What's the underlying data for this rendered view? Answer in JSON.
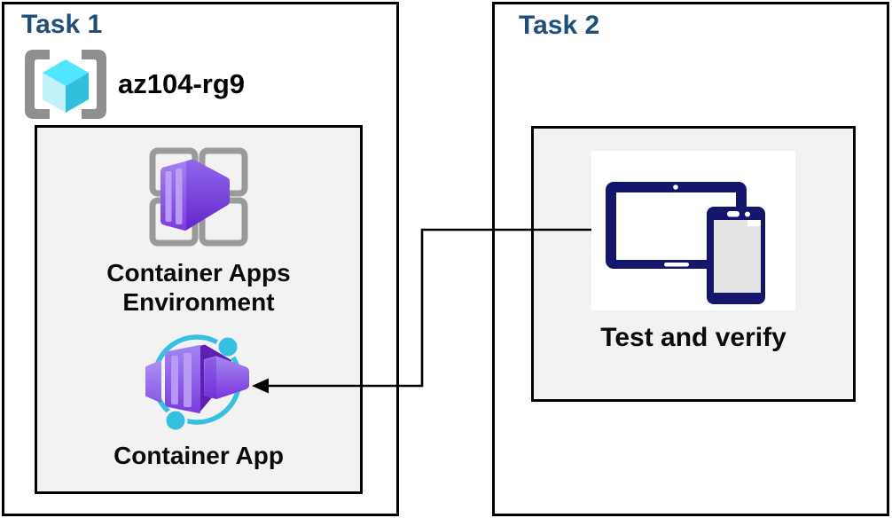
{
  "diagram": {
    "task1": {
      "title": "Task 1",
      "resource_group": {
        "name": "az104-rg9",
        "icon": "azure-resource-group-icon"
      },
      "nodes": [
        {
          "label": "Container Apps Environment",
          "icon": "container-apps-environment-icon"
        },
        {
          "label": "Container App",
          "icon": "container-app-icon"
        }
      ]
    },
    "task2": {
      "title": "Task 2",
      "nodes": [
        {
          "label": "Test and verify",
          "icon": "devices-tablet-phone-icon"
        }
      ]
    },
    "connector": {
      "type": "elbow-arrow",
      "from": "test-and-verify",
      "to": "container-app",
      "arrow_direction": "left"
    },
    "colors": {
      "task_title": "#1F4E79",
      "box_border": "#000000",
      "inner_box_fill": "#F2F2F2",
      "label_text": "#0A0A0A",
      "resource_group_cube_top": "#50E6FF",
      "resource_group_cube_left": "#C3F1FA",
      "resource_group_cube_right": "#32BEDD",
      "resource_group_brackets": "#8F8F8F",
      "grid_squares_gray": "#9A9A9A",
      "container_purple_light": "#A180F0",
      "container_purple_dark": "#6527CC",
      "orbit_cyan": "#35BFE0",
      "device_navy": "#14166E",
      "device_screen_gray": "#E4E4E4"
    }
  }
}
